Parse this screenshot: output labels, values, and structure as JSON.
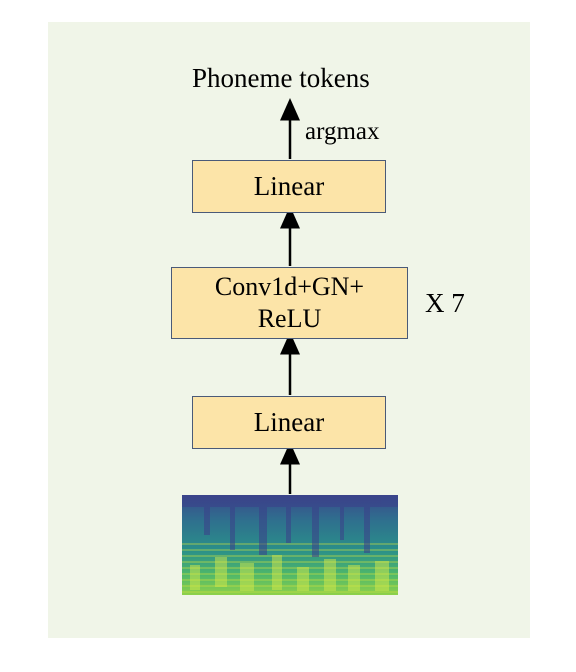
{
  "diagram": {
    "output_label": "Phoneme tokens",
    "argmax_label": "argmax",
    "top_linear_label": "Linear",
    "conv_block_line1": "Conv1d+GN+",
    "conv_block_line2": "ReLU",
    "repeat_label": "X 7",
    "bottom_linear_label": "Linear",
    "input_image": "mel-spectrogram"
  },
  "colors": {
    "panel_background": "#f0f5e8",
    "block_fill": "#fce4a8",
    "block_border": "#4a5a78",
    "arrow": "#000000"
  }
}
